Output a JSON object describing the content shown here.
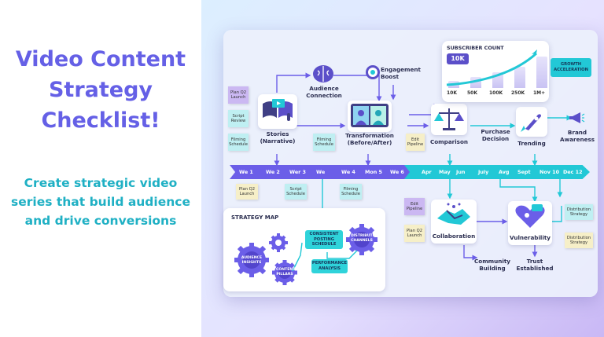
{
  "left_panel": {
    "title": "Video Content Strategy Checklist!",
    "subtitle": "Create strategic video series that build audience and drive conversions"
  },
  "nodes": {
    "audience_connection": "Audience Connection",
    "engagement_boost": "Engagement Boost",
    "stories": "Stories (Narrative)",
    "transformation": "Transformation (Before/After)",
    "comparison": "Comparison",
    "purchase_decision": "Purchase Decision",
    "trending": "Trending",
    "brand_awareness": "Brand Awareness",
    "collaboration": "Collaboration",
    "vulnerability": "Vulnerability",
    "community_building": "Community Building",
    "trust_established": "Trust Established"
  },
  "notes": {
    "plan_q2_launch": "Plan Q2 Launch",
    "script_review": "Script Review",
    "filming_schedule": "Filming Schedule",
    "script_schedule": "Script Schedule",
    "edit_pipeline": "Edit Pipeline",
    "distribution_strategy": "Distribution Strategy"
  },
  "timeline": [
    "We 1",
    "We 2",
    "Wer 3",
    "We",
    "We 4",
    "Mon 5",
    "We 6",
    "Apr",
    "May",
    "Jun",
    "July",
    "Avg",
    "Sept",
    "Nov 10",
    "Dec 12"
  ],
  "subscriber": {
    "title": "SUBSCRIBER COUNT",
    "badge": "10K",
    "ticks": [
      "10K",
      "50K",
      "100K",
      "250K",
      "1M+"
    ],
    "growth_label": "GROWTH ACCELERATION",
    "bar_levels": [
      0.2,
      0.32,
      0.46,
      0.62,
      0.9
    ]
  },
  "strategy_map": {
    "title": "STRATEGY MAP",
    "audience_insights": "AUDIENCE INSIGHTS",
    "content_pillars": "CONTENT PILLARS",
    "consistent_posting": "CONSISTENT POSTING SCHEDULE",
    "distribution_channels": "DISTRIBUTION CHANNELS",
    "performance_analysis": "PERFORMANCE ANALYSIS"
  },
  "colors": {
    "title": "#6560e6",
    "subtitle": "#1fb0c4",
    "timeline_purple": "#6b5ee8",
    "timeline_teal": "#22c8d6",
    "accent_teal": "#2fd3da"
  }
}
